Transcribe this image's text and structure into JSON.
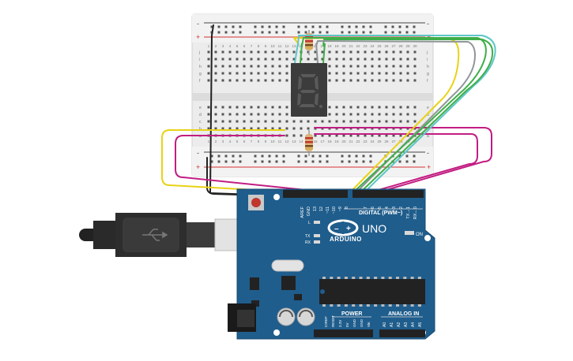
{
  "board": {
    "brand": "ARDUINO",
    "model": "UNO",
    "logo_symbol": "∞",
    "digital_header_label": "DIGITAL (PWM~)",
    "power_label": "POWER",
    "analog_label": "ANALOG IN",
    "on_label": "ON",
    "l_label": "L",
    "tx_label": "TX",
    "rx_label": "RX",
    "digital_pins": [
      "AREF",
      "GND",
      "13",
      "12",
      "~11",
      "~10",
      "~9",
      "8",
      "7",
      "~6",
      "~5",
      "4",
      "~3",
      "2",
      "TX→1",
      "RX←0"
    ],
    "power_pins": [
      "IOREF",
      "RESET",
      "3.3V",
      "5V",
      "GND",
      "GND",
      "Vin"
    ],
    "analog_pins": [
      "A0",
      "A1",
      "A2",
      "A3",
      "A4",
      "A5"
    ]
  },
  "breadboard": {
    "rail_plus": "+",
    "rail_minus": "-",
    "row_letters_top": [
      "j",
      "i",
      "h",
      "g",
      "f"
    ],
    "row_letters_bottom": [
      "e",
      "d",
      "c",
      "b",
      "a"
    ],
    "column_numbers": [
      "1",
      "2",
      "3",
      "4",
      "5",
      "6",
      "7",
      "8",
      "9",
      "10",
      "11",
      "12",
      "13",
      "14",
      "15",
      "16",
      "17",
      "18",
      "19",
      "20",
      "21",
      "22",
      "23",
      "24",
      "25",
      "26",
      "27",
      "28",
      "29",
      "30"
    ]
  },
  "display": {
    "digit": "8"
  },
  "colors": {
    "board_blue": "#1f5d8c",
    "wire_yellow": "#e8d215",
    "wire_magenta": "#c21d82",
    "wire_green": "#3fae49",
    "wire_teal": "#5ec6c9",
    "wire_gray": "#8f9598",
    "wire_black": "#222222",
    "breadboard": "#eeeeee",
    "rail_red": "#d5312f",
    "display_body": "#3c3c3c"
  }
}
